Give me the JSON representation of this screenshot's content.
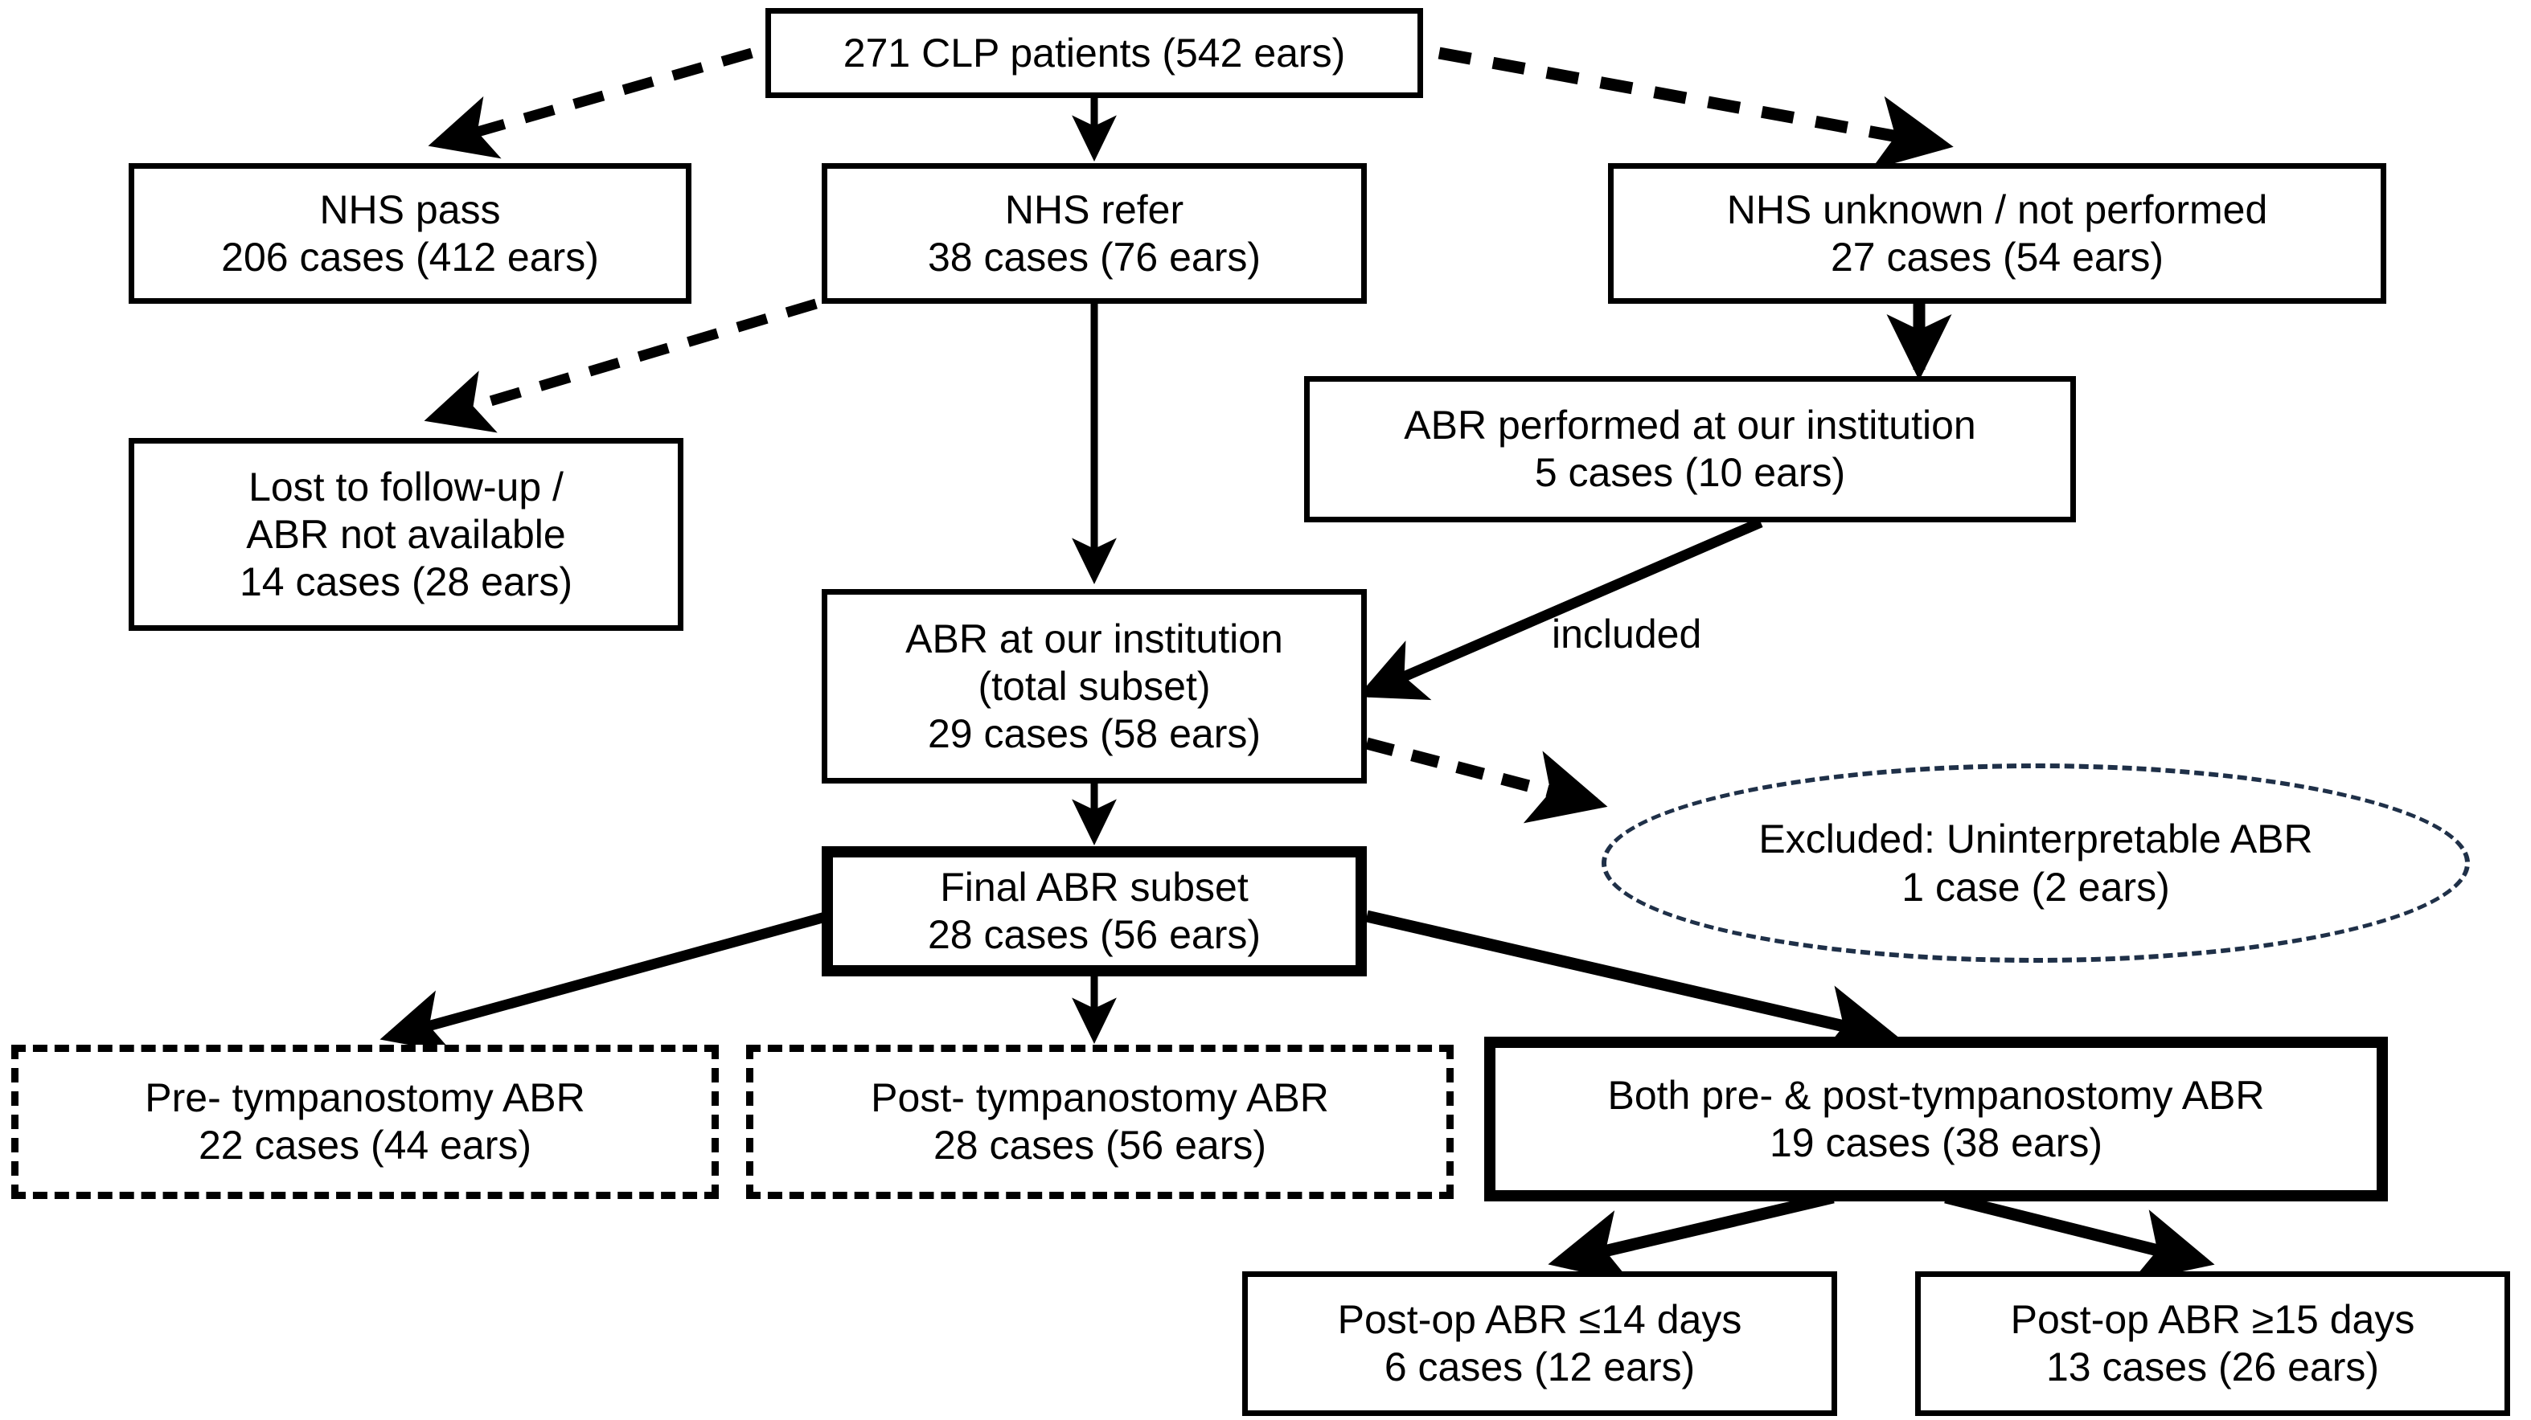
{
  "diagram": {
    "title": "CLP patient ABR study flow diagram",
    "colors": {
      "stroke": "#000000",
      "background": "#ffffff",
      "excluded_outline": "#1f3048"
    },
    "nodes": {
      "total": {
        "name": "total-patients",
        "line1": "271 CLP patients (542 ears)",
        "border": "solid"
      },
      "nhs_pass": {
        "name": "nhs-pass",
        "line1": "NHS pass",
        "line2": "206 cases (412 ears)",
        "border": "solid"
      },
      "nhs_refer": {
        "name": "nhs-refer",
        "line1": "NHS refer",
        "line2": "38 cases (76 ears)",
        "border": "solid"
      },
      "nhs_unknown": {
        "name": "nhs-unknown-not-performed",
        "line1": "NHS unknown / not performed",
        "line2": "27 cases (54 ears)",
        "border": "solid"
      },
      "lost": {
        "name": "lost-to-followup",
        "line1": "Lost to follow-up /",
        "line2": "ABR not available",
        "line3": "14 cases (28 ears)",
        "border": "solid"
      },
      "abr_performed": {
        "name": "abr-performed-our-institution",
        "line1": "ABR performed at our institution",
        "line2": "5 cases (10 ears)",
        "border": "solid"
      },
      "abr_total_subset": {
        "name": "abr-total-subset",
        "line1": "ABR at our institution",
        "line2": "(total subset)",
        "line3": "29 cases (58 ears)",
        "border": "solid"
      },
      "excluded": {
        "name": "excluded-uninterpretable-abr",
        "line1": "Excluded: Uninterpretable ABR",
        "line2": "1 case (2 ears)",
        "border": "dashed-ellipse"
      },
      "final_subset": {
        "name": "final-abr-subset",
        "line1": "Final ABR subset",
        "line2": "28 cases (56 ears)",
        "border": "thick"
      },
      "pre_tymp": {
        "name": "pre-tympanostomy-abr",
        "line1": "Pre- tympanostomy ABR",
        "line2": "22 cases (44 ears)",
        "border": "dashed"
      },
      "post_tymp": {
        "name": "post-tympanostomy-abr",
        "line1": "Post- tympanostomy ABR",
        "line2": "28 cases (56 ears)",
        "border": "dashed"
      },
      "both_tymp": {
        "name": "both-pre-post-tympanostomy-abr",
        "line1": "Both pre- & post-tympanostomy ABR",
        "line2": "19 cases (38 ears)",
        "border": "thick"
      },
      "postop_le14": {
        "name": "postop-abr-le-14-days",
        "line1": "Post-op ABR ≤14 days",
        "line2": "6 cases (12 ears)",
        "border": "solid"
      },
      "postop_ge15": {
        "name": "postop-abr-ge-15-days",
        "line1": "Post-op ABR ≥15 days",
        "line2": "13 cases (26 ears)",
        "border": "solid"
      }
    },
    "edge_labels": {
      "included": "included"
    }
  }
}
